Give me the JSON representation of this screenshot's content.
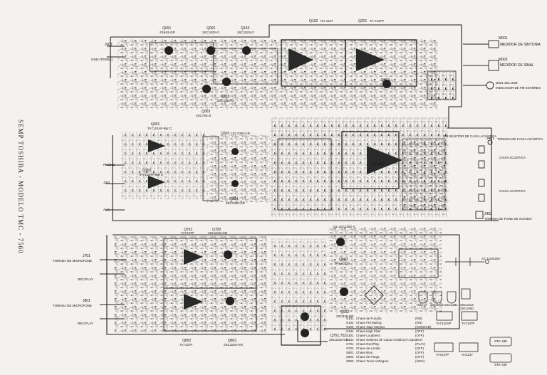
{
  "title_vertical": "SEMP TOSHIBA - MODELO TMC - 7560",
  "top_transistors": [
    {
      "ref": "Q001",
      "type": "2SK61-GR"
    },
    {
      "ref": "Q002",
      "type": "2SC1923-O"
    },
    {
      "ref": "Q103",
      "type": "2SC1923-O"
    },
    {
      "ref": "Q102",
      "type": "HA-1137"
    },
    {
      "ref": "Q201",
      "type": "TA-7137P"
    }
  ],
  "mid_transistors": [
    {
      "ref": "Q103",
      "type": "2SC1923-O"
    },
    {
      "ref": "Q003",
      "type": "2SC785-O"
    },
    {
      "ref": "Q104",
      "type": ""
    }
  ],
  "meters": {
    "tuning": "MEDIDOR DE SINTONIA",
    "signal": "MEDIDOR DE SINAL",
    "stereo": "INDICADOR DE FM ESTÉREO",
    "m001": "M001",
    "m002": "M002",
    "d501": "D501 SEL1533"
  },
  "left_inputs": {
    "j001": "J001",
    "gnd": "GND-(TERRA)",
    "phono": "PHONO",
    "j301": "J301",
    "aux": "AUX"
  },
  "ic_labels": {
    "q301": "Q301",
    "q301_type": "TA7122AP-Bar C",
    "q302": "Q302",
    "q302_type": "TA7122AP-Bar C",
    "q303": "Q303",
    "q303_type": "2SC1000-GR",
    "q304": "Q304",
    "q304_type": "2SC1000-GR",
    "amp_ic": "TA7227P"
  },
  "speakers": {
    "selector": "S/S SELETOR DE CAIXA ACÚSTICA",
    "j401": "J401",
    "jack_label": "TOMADA DE CAIXA ACÚSTICA",
    "box1": "CAIXA ACÚSTICA",
    "box2": "CAIXA ACÚSTICA",
    "j402": "J402",
    "phones": "TOMADA DE FONE DE OUVIDO"
  },
  "mic_inputs": {
    "j701": "J701",
    "mic1": "TOMADA DE MICROFONE",
    "recplay1": "REC/PLAY",
    "j801": "J801",
    "mic2": "TOMADA DE MICROFONE",
    "recplay2": "REC/PLAY"
  },
  "bottom_section": {
    "q701": "Q701",
    "q701_type": "TA7137P",
    "q702": "Q702",
    "q702_type": "2SC1815-GR",
    "q802": "Q802",
    "q802_type": "TA7137P",
    "q801": "Q801",
    "q801_type": "2SC1815-GR",
    "q751": "Q751,752",
    "q751_type": "2SC1815-GR",
    "q902": "Q902",
    "q902_type": "2SC945-GR",
    "q1": "Q1 2SC1382-Y",
    "q903": "Q903",
    "q903_type": "PT6A012A"
  },
  "legend": [
    {
      "ref": "S101",
      "desc": "Chave de Função",
      "state": "(FM)"
    },
    {
      "ref": "S102",
      "desc": "Chave FM Muting",
      "state": "(ON)"
    },
    {
      "ref": "S103",
      "desc": "Chave Tape Monitor",
      "state": "(SOURCE)"
    },
    {
      "ref": "S104",
      "desc": "Chave High Filter",
      "state": "(OFF)"
    },
    {
      "ref": "S301",
      "desc": "Chave Loudness",
      "state": "(OFF)"
    },
    {
      "ref": "S401",
      "desc": "Chave Seletora de Caixa Acústica (A Speaker)",
      "state": ""
    },
    {
      "ref": "S701",
      "desc": "Chave Rec/Play",
      "state": "(PLAY)"
    },
    {
      "ref": "S702",
      "desc": "Chave de Limitar",
      "state": "(OFF)"
    },
    {
      "ref": "S801",
      "desc": "Chave Bias",
      "state": "(OFF)"
    },
    {
      "ref": "S802",
      "desc": "Chave de Parga",
      "state": "(OFF)"
    },
    {
      "ref": "S803",
      "desc": "Chave Troca Voltagem",
      "state": "(110V)"
    }
  ],
  "packages": {
    "p1": "2SC-0",
    "p2": "2SC1815",
    "p3": "2SC1381",
    "p4": "2SC1213",
    "p5": "2SC1000",
    "ic1": "TA7122AP",
    "ic2": "TA7137P",
    "ic3": "TA7227P",
    "ic4": "HA1137",
    "ic5": "STK-439",
    "ic6": "STK-439"
  },
  "power": {
    "label": "AC 110/220V"
  }
}
